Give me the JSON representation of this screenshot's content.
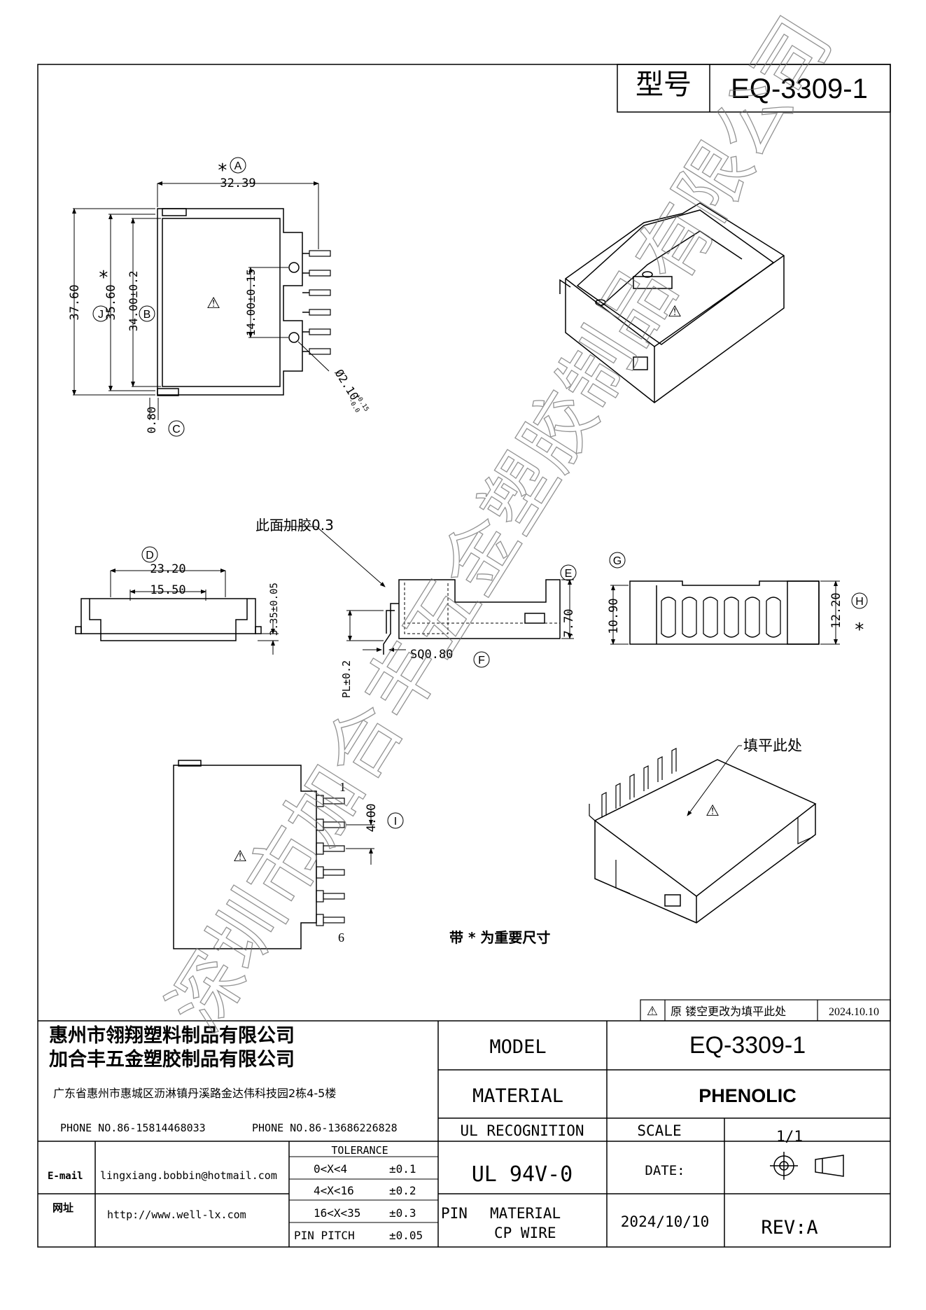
{
  "title_box": {
    "label": "型号",
    "model": "EQ-3309-1"
  },
  "views": {
    "top": {
      "dim_width": "32.39",
      "dim_height_total": "37.60",
      "dim_height_mid": "35.60",
      "dim_height_inner": "34.00±0.2",
      "dim_pin_span": "14.00±0.15",
      "dim_hole": "Ø2.10",
      "dim_hole_tol_plus": "+0.15",
      "dim_hole_tol_minus": "-0.0",
      "dim_offset": "0.80",
      "star": "*",
      "label_a": "A",
      "label_b": "B",
      "label_c": "C",
      "label_j": "J"
    },
    "front": {
      "dim_outer": "23.20",
      "dim_inner": "15.50",
      "dim_height": "3.35±0.05",
      "label_d": "D"
    },
    "side": {
      "note": "此面加胶0.3",
      "dim_height": "7.70",
      "dim_pin_sq": "SQ0.80",
      "dim_pin_len": "PL±0.2",
      "label_e": "E",
      "label_f": "F"
    },
    "right": {
      "dim_left": "10.90",
      "dim_right": "12.20",
      "star": "*",
      "label_g": "G",
      "label_h": "H"
    },
    "bottom": {
      "dim_pitch": "4.00",
      "pin_first": "1",
      "pin_last": "6",
      "label_i": "I"
    },
    "iso2": {
      "note": "填平此处"
    },
    "important_note": "带 * 为重要尺寸"
  },
  "revision": {
    "desc": "原  镂空更改为填平此处",
    "date": "2024.10.10"
  },
  "title_block": {
    "company1": "惠州市翎翔塑料制品有限公司",
    "company2": "加合丰五金塑胶制品有限公司",
    "address": "广东省惠州市惠城区沥淋镇丹溪路金达伟科技园2栋4-5楼",
    "phone1": "PHONE NO.86-15814468033",
    "phone2": "PHONE NO.86-13686226828",
    "email_label": "E-mail",
    "email": "lingxiang.bobbin@hotmail.com",
    "web_label": "网址",
    "web": "http://www.well-lx.com",
    "tolerance_header": "TOLERANCE",
    "tolerance": [
      {
        "range": "0<X<4",
        "tol": "±0.1"
      },
      {
        "range": "4<X<16",
        "tol": "±0.2"
      },
      {
        "range": "16<X<35",
        "tol": "±0.3"
      },
      {
        "range": "PIN PITCH",
        "tol": "±0.05"
      }
    ],
    "model_label": "MODEL",
    "model_value": "EQ-3309-1",
    "material_label": "MATERIAL",
    "material_value": "PHENOLIC",
    "ul_label": "UL RECOGNITION",
    "ul_value": "UL 94V-0",
    "scale_label": "SCALE",
    "scale_value": "1/1",
    "date_label": "DATE:",
    "date_value": "2024/10/10",
    "pin_label": "PIN",
    "pin_material": "MATERIAL",
    "pin_material_value": "CP WIRE",
    "rev": "REV:A"
  },
  "watermark": "深圳市加合丰五金塑胶制品有限公司"
}
